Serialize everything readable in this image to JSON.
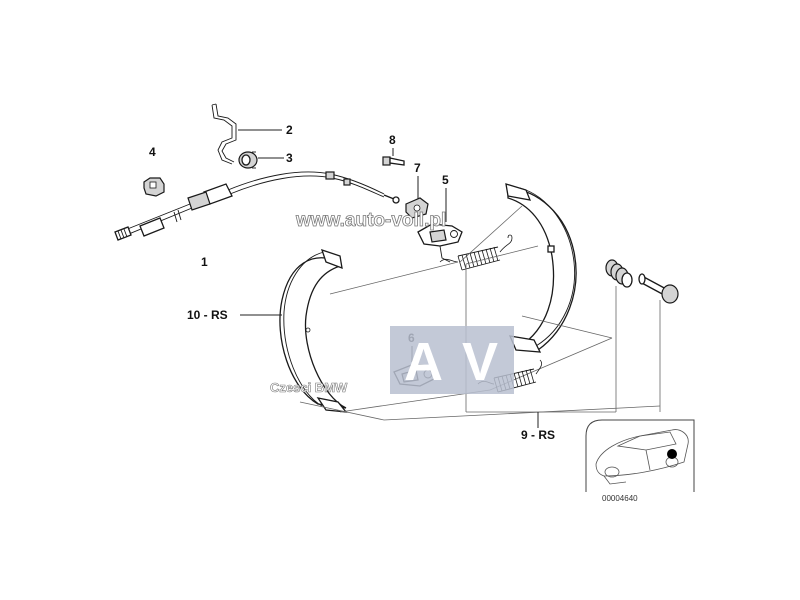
{
  "callouts": {
    "c1": "1",
    "c2": "2",
    "c3": "3",
    "c4": "4",
    "c5": "5",
    "c6": "6",
    "c7": "7",
    "c8": "8",
    "c9": "9 - RS",
    "c10": "10 - RS"
  },
  "watermarks": {
    "site": "www.auto-voll.pl",
    "brand": "Czesci BMW",
    "logo_left": "A",
    "logo_right": "V"
  },
  "inset": {
    "code": "00004640"
  },
  "colors": {
    "logo_block": "#b8bfd0",
    "watermark_text": "#ffffff",
    "marker": "#000000"
  }
}
